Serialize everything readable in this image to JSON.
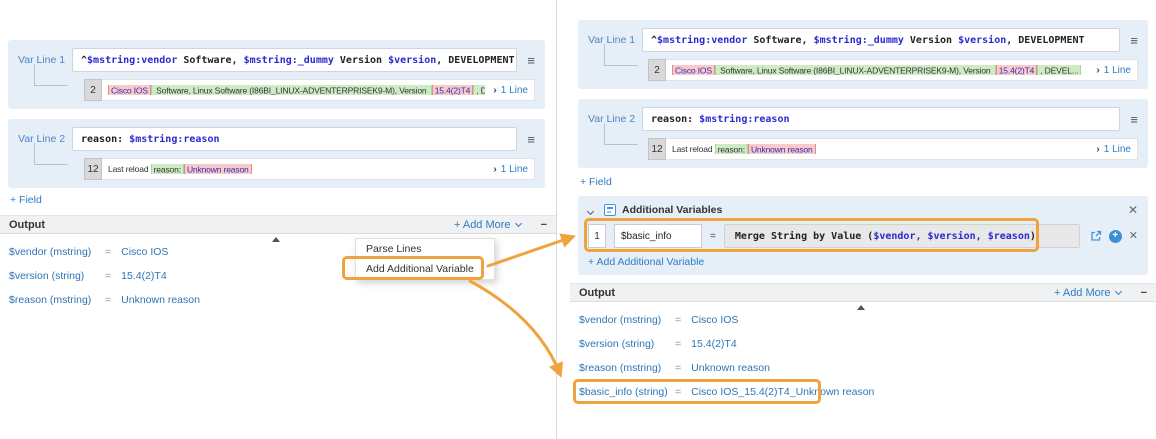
{
  "colors": {
    "accent_orange": "#F0A23C",
    "panel_blue": "#E6EFF8",
    "link_blue": "#2E7CC3",
    "variable_blue": "#2A2AD0",
    "match_pink_bg": "#F8CACA",
    "match_green_bg": "#CDECC5",
    "output_text_blue": "#2E75B5"
  },
  "icons": {
    "hamburger": "≡",
    "close": "✕",
    "plus": "+",
    "expand_chevron": "›",
    "minimize": "−"
  },
  "var_line_1": {
    "label": "Var Line 1",
    "pattern": {
      "s0": "^",
      "s1": "$mstring:vendor",
      "s2": " Software, ",
      "s3": "$mstring:_dummy",
      "s4": " Version ",
      "s5": "$version",
      "s6": ", DEVELOPMENT"
    },
    "line_no": "2",
    "parsed": {
      "p0": "Cisco IOS",
      "p1": " Software, Linux Software (I86BI_LINUX-ADVENTERPRISEK9-M), Version ",
      "p2": "15.4(2)T4",
      "p3": ", DEVEL..."
    },
    "expand_label": "1 Line"
  },
  "var_line_2": {
    "label": "Var Line 2",
    "pattern": {
      "s0": "reason: ",
      "s1": "$mstring:reason"
    },
    "line_no": "12",
    "parsed": {
      "p0": "Last reload ",
      "p1": "reason:",
      "p2": "Unknown reason"
    },
    "expand_label": "1 Line"
  },
  "field_link": "+ Field",
  "output": {
    "title": "Output",
    "add_more": "+ Add More",
    "rows": {
      "vendor": {
        "name": "$vendor (mstring)",
        "eq": "=",
        "value": "Cisco IOS"
      },
      "version": {
        "name": "$version (string)",
        "eq": "=",
        "value": "15.4(2)T4"
      },
      "reason": {
        "name": "$reason (mstring)",
        "eq": "=",
        "value": "Unknown reason"
      },
      "basic_info": {
        "name": "$basic_info (string)",
        "eq": "=",
        "value": "Cisco IOS_15.4(2)T4_Unknown reason"
      }
    }
  },
  "menu": {
    "item1": "Parse Lines",
    "item2": "Add Additional Variable"
  },
  "additional_variables": {
    "title": "Additional Variables",
    "row": {
      "index": "1",
      "name": "$basic_info",
      "eq": "=",
      "value_prefix": "Merge String by Value (",
      "value_vars": "$vendor, $version, $reason",
      "value_suffix": ")"
    },
    "add_link": "+ Add Additional Variable"
  }
}
